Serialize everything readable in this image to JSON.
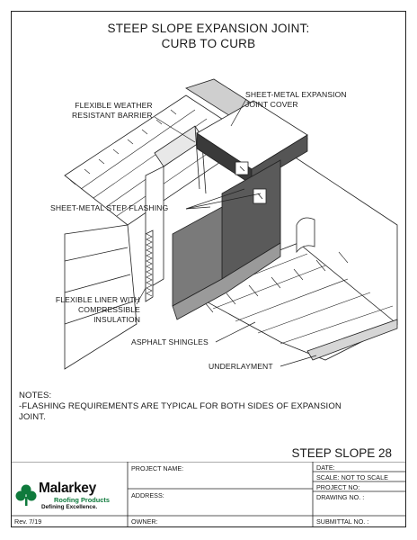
{
  "title": {
    "line1": "STEEP SLOPE EXPANSION JOINT:",
    "line2": "CURB TO CURB"
  },
  "callouts": {
    "flexible_barrier_1": "FLEXIBLE WEATHER",
    "flexible_barrier_2": "RESISTANT BARRIER",
    "joint_cover_1": "SHEET-METAL EXPANSION",
    "joint_cover_2": "JOINT COVER",
    "step_flashing": "SHEET-METAL STEP FLASHING",
    "liner_1": "FLEXIBLE LINER WITH",
    "liner_2": "COMPRESSIBLE",
    "liner_3": "INSULATION",
    "asphalt_shingles": "ASPHALT SHINGLES",
    "underlayment": "UNDERLAYMENT"
  },
  "notes": {
    "heading": "NOTES:",
    "line1": "-FLASHING REQUIREMENTS ARE TYPICAL FOR BOTH SIDES OF EXPANSION",
    "line2": "JOINT."
  },
  "sheet_label": "STEEP SLOPE 28",
  "title_block": {
    "project_name": "PROJECT NAME:",
    "address": "ADDRESS:",
    "owner": "OWNER:",
    "date": "DATE:",
    "scale": "SCALE:  NOT TO SCALE",
    "project_no": "PROJECT NO:",
    "drawing_no": "DRAWING NO. :",
    "submittal_no": "SUBMITTAL NO. :",
    "revision": "Rev. 7/19"
  },
  "logo": {
    "name": "Malarkey",
    "subtitle": "Roofing Products",
    "tagline": "Defining Excellence.",
    "brand_color": "#0f7a3c"
  }
}
